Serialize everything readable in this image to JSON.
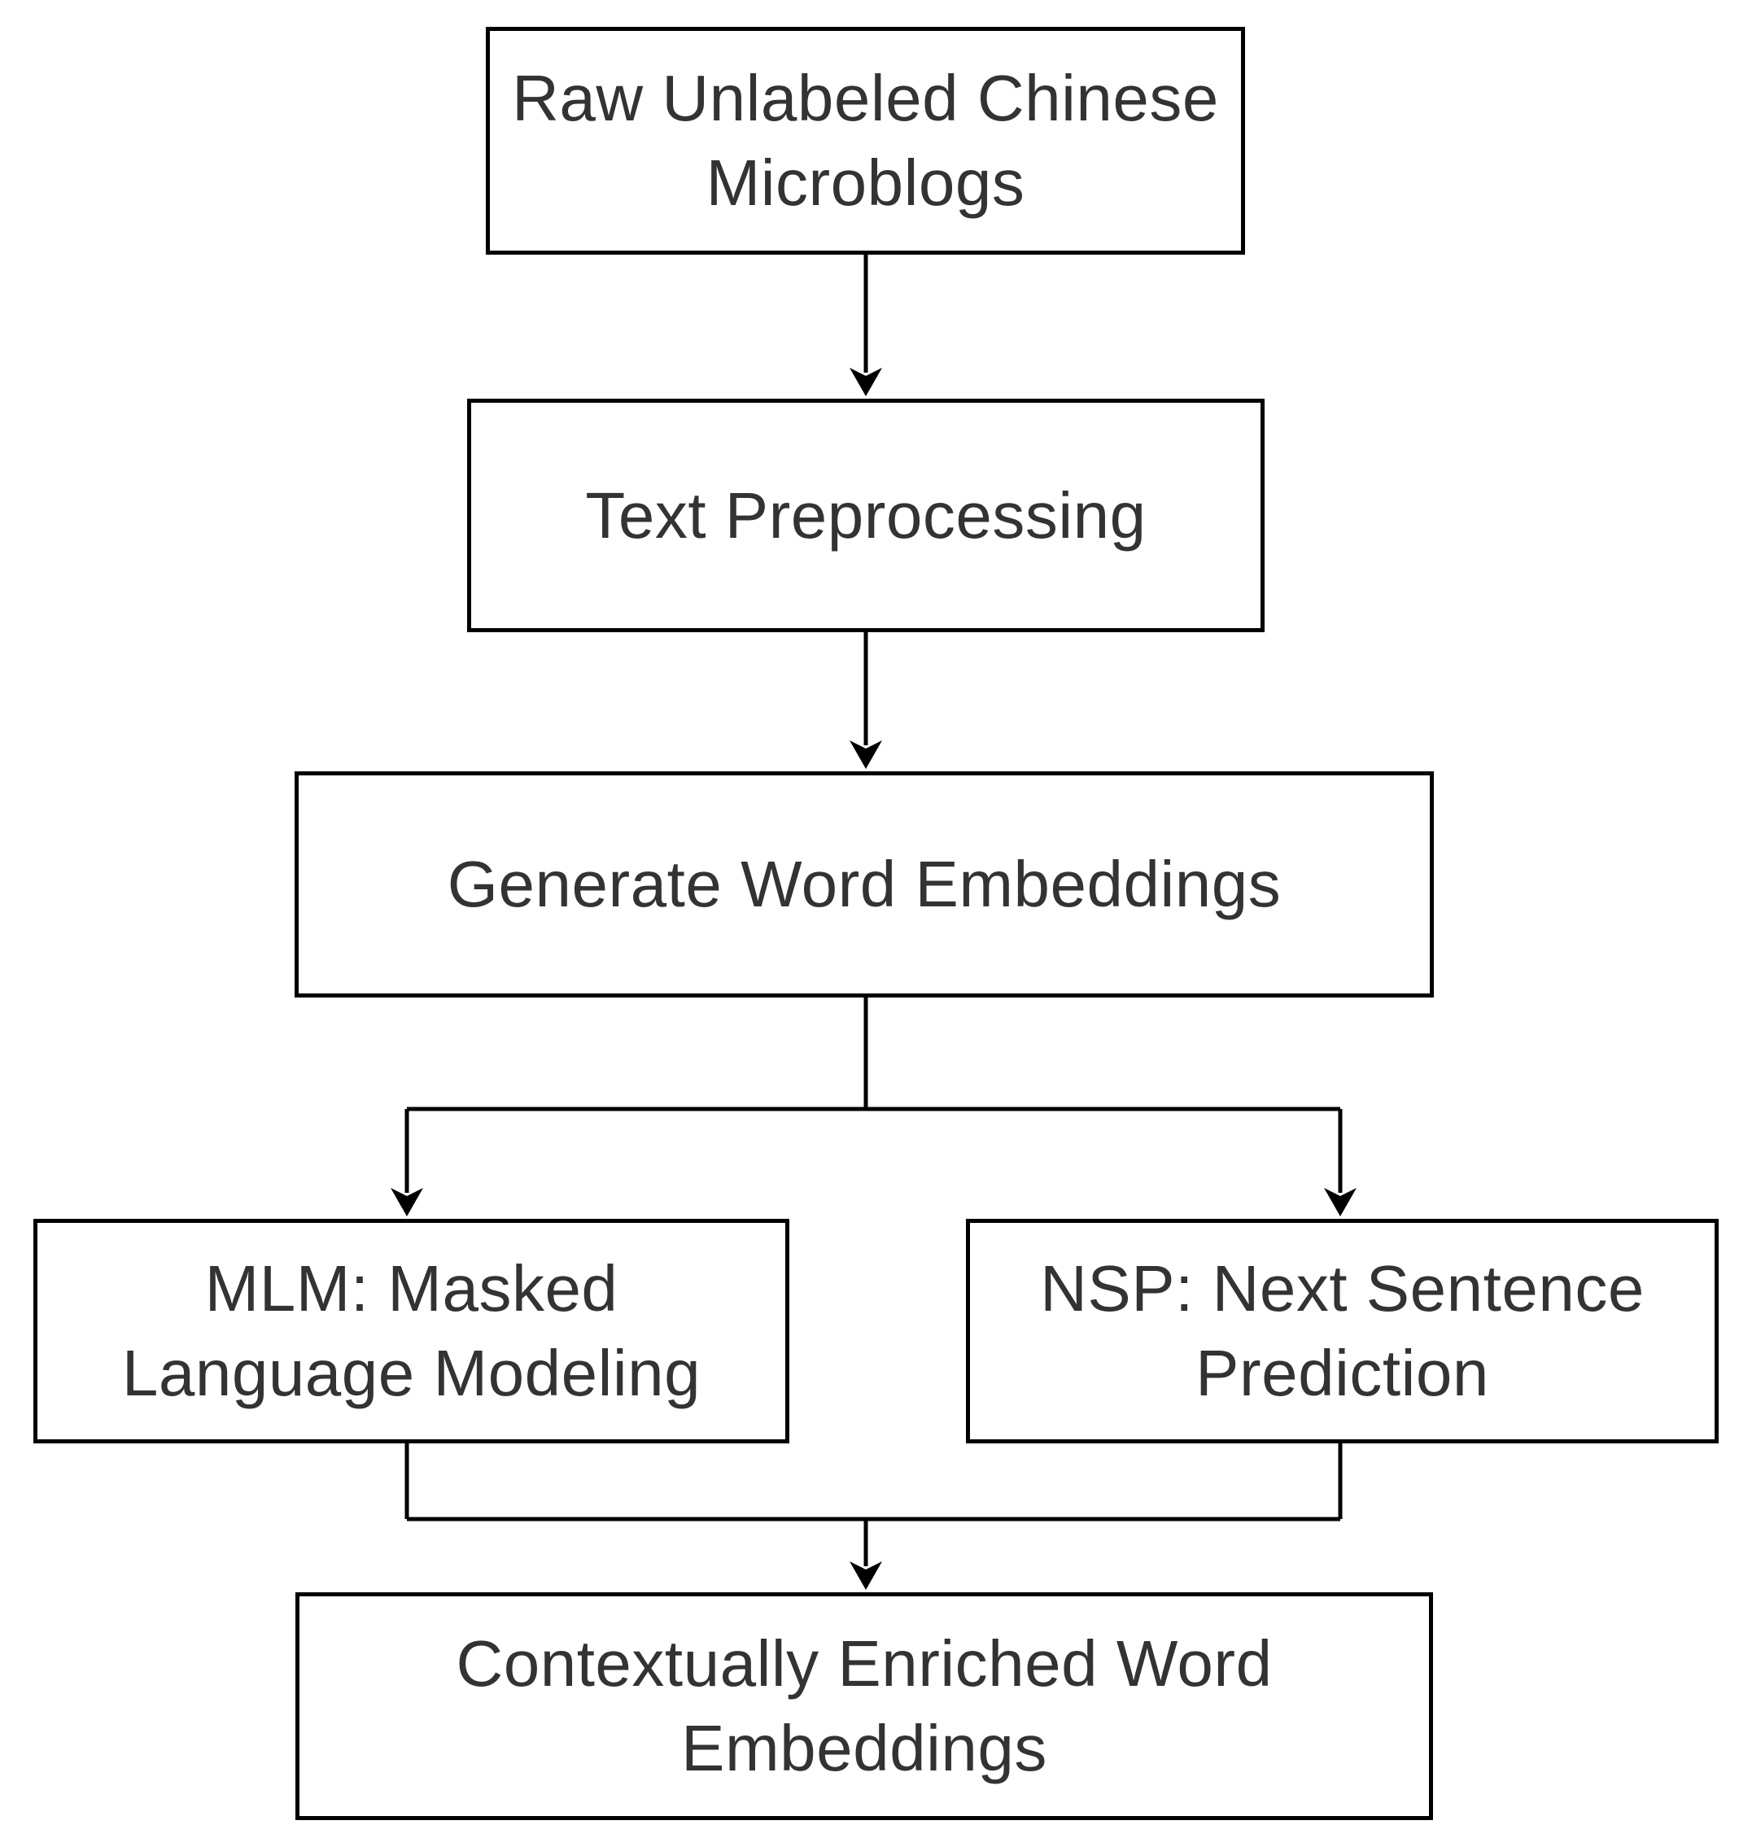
{
  "colors": {
    "line": "#000000",
    "text": "#333333",
    "node_fill": "#ffffff",
    "background": "#ffffff"
  },
  "nodes": [
    {
      "id": "raw",
      "label": "Raw Unlabeled Chinese Microblogs",
      "lines": [
        "Raw Unlabeled Chinese",
        "Microblogs"
      ]
    },
    {
      "id": "preprocess",
      "label": "Text Preprocessing",
      "lines": [
        "Text Preprocessing"
      ]
    },
    {
      "id": "embed",
      "label": "Generate Word Embeddings",
      "lines": [
        "Generate Word Embeddings"
      ]
    },
    {
      "id": "mlm",
      "label": "MLM: Masked Language Modeling",
      "lines": [
        "MLM: Masked",
        "Language Modeling"
      ]
    },
    {
      "id": "nsp",
      "label": "NSP: Next Sentence Prediction",
      "lines": [
        "NSP: Next Sentence",
        "Prediction"
      ]
    },
    {
      "id": "output",
      "label": "Contextually Enriched Word Embeddings",
      "lines": [
        "Contextually Enriched Word",
        "Embeddings"
      ]
    }
  ],
  "edges": [
    {
      "from": "raw",
      "to": "preprocess"
    },
    {
      "from": "preprocess",
      "to": "embed"
    },
    {
      "from": "embed",
      "to": "mlm"
    },
    {
      "from": "embed",
      "to": "nsp"
    },
    {
      "from": "mlm",
      "to": "output"
    },
    {
      "from": "nsp",
      "to": "output"
    }
  ]
}
